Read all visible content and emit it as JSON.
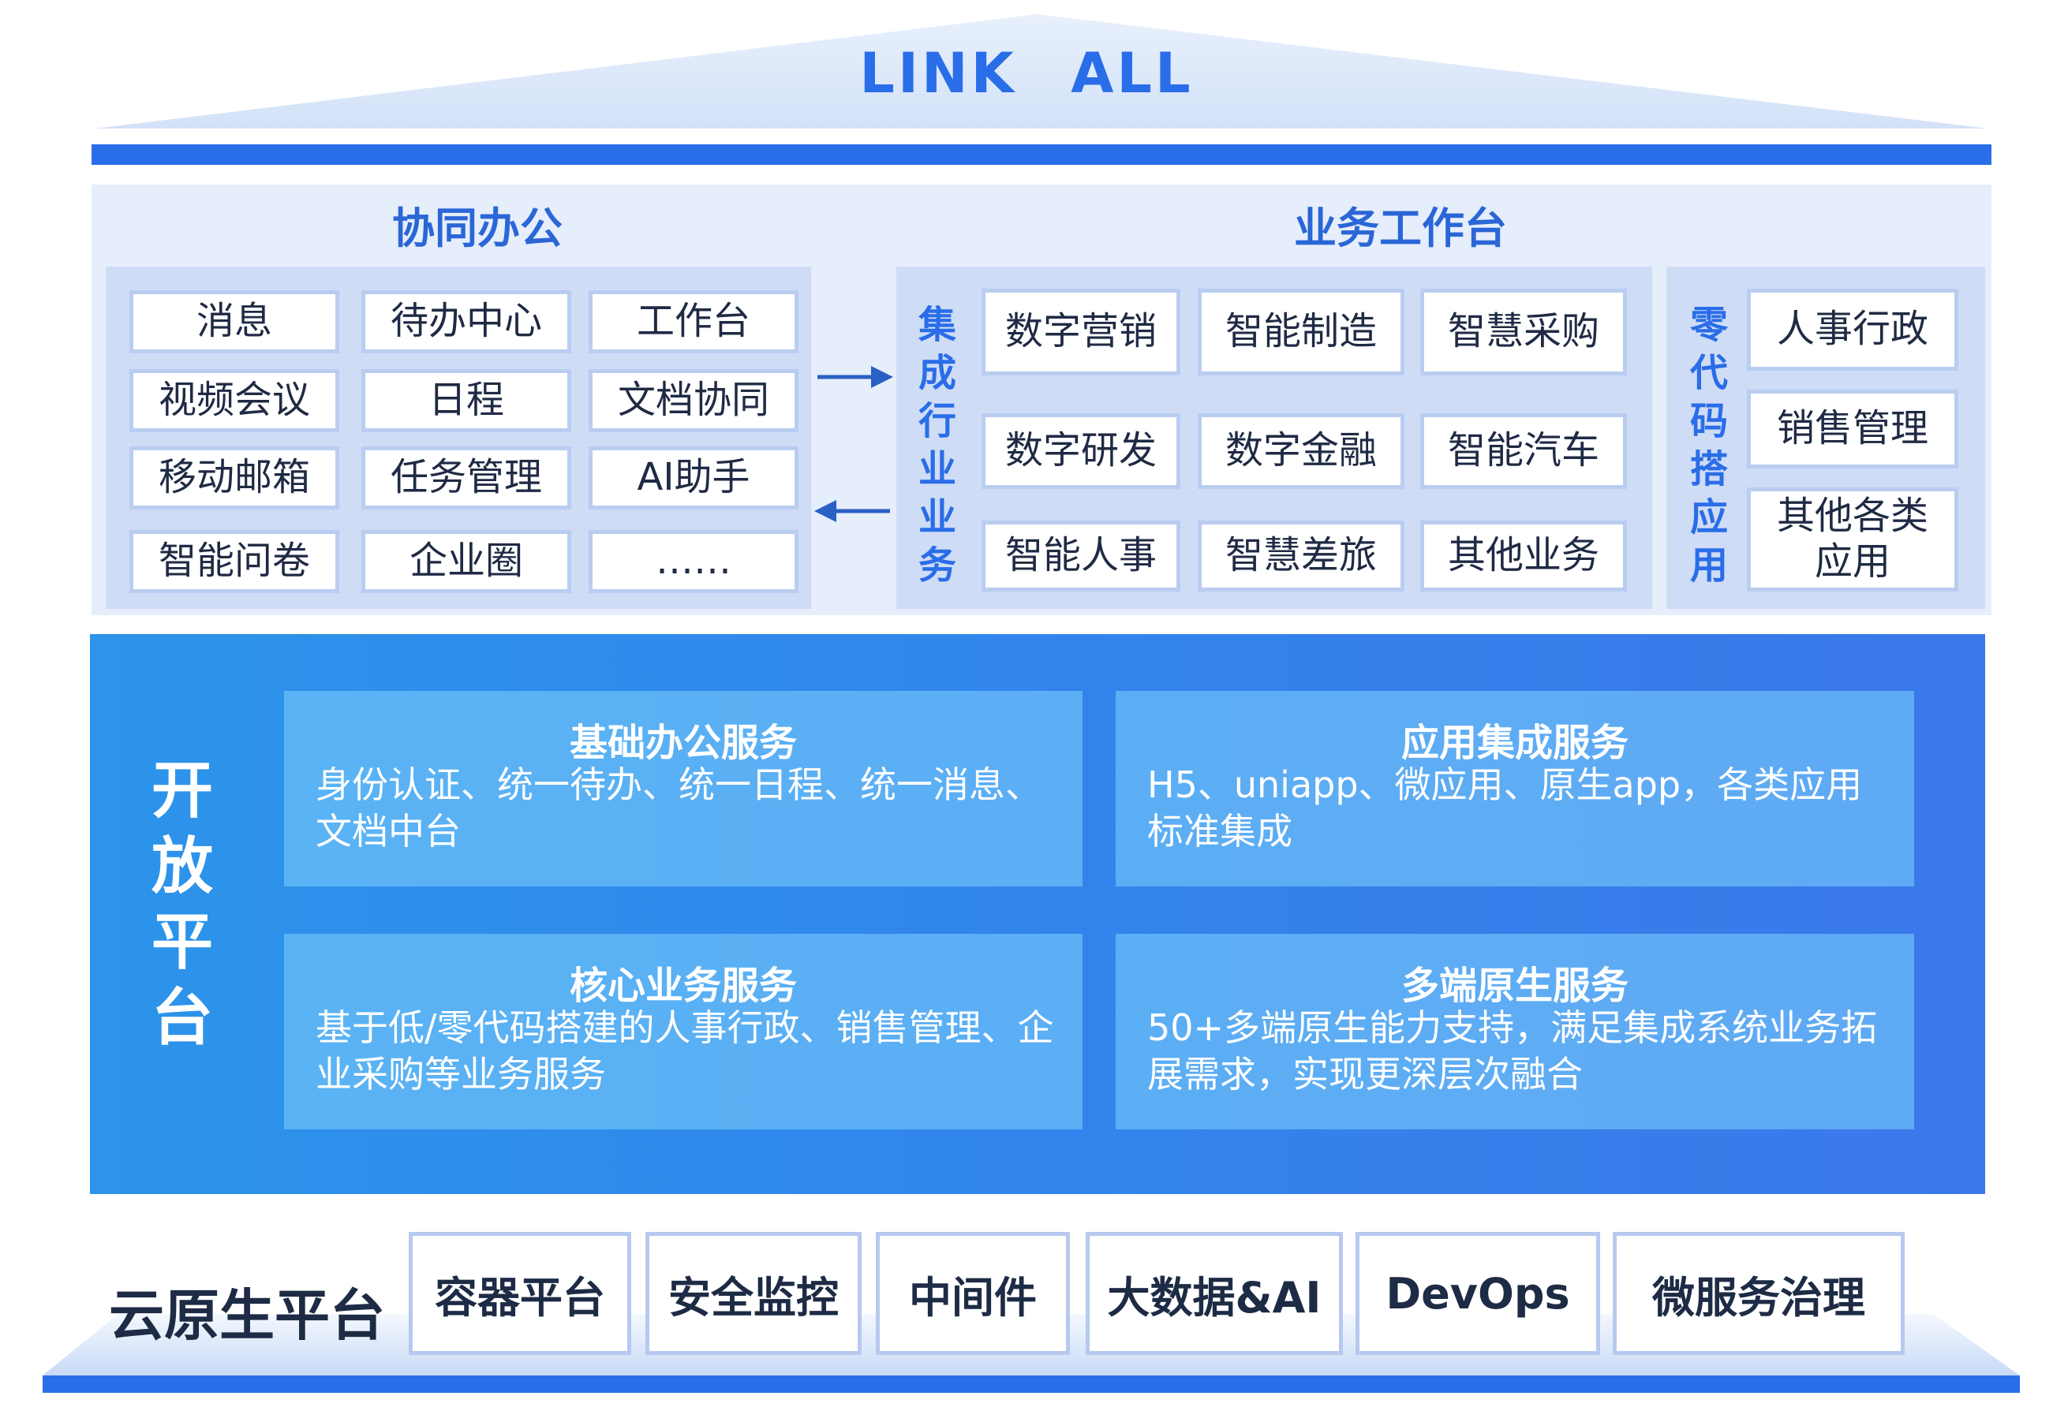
{
  "header": {
    "title": "LINK ALL"
  },
  "collab": {
    "title": "协同办公",
    "items": [
      "消息",
      "待办中心",
      "工作台",
      "视频会议",
      "日程",
      "文档协同",
      "移动邮箱",
      "任务管理",
      "AI助手",
      "智能问卷",
      "企业圈",
      "……"
    ]
  },
  "workbench": {
    "title": "业务工作台",
    "integrated": {
      "label": "集成行业业务",
      "items": [
        "数字营销",
        "智能制造",
        "智慧采购",
        "数字研发",
        "数字金融",
        "智能汽车",
        "智能人事",
        "智慧差旅",
        "其他业务"
      ]
    },
    "lowcode": {
      "label": "零代码搭应用",
      "items": [
        "人事行政",
        "销售管理",
        "其他各类应用"
      ]
    }
  },
  "open_platform": {
    "label": "开放平台",
    "services": [
      {
        "title": "基础办公服务",
        "desc": "身份认证、统一待办、统一日程、统一消息、文档中台"
      },
      {
        "title": "应用集成服务",
        "desc": "H5、uniapp、微应用、原生app，各类应用标准集成"
      },
      {
        "title": "核心业务服务",
        "desc": "基于低/零代码搭建的人事行政、销售管理、企业采购等业务服务"
      },
      {
        "title": "多端原生服务",
        "desc": "50+多端原生能力支持，满足集成系统业务拓展需求，实现更深层次融合"
      }
    ]
  },
  "cloud_native": {
    "label": "云原生平台",
    "items": [
      "容器平台",
      "安全监控",
      "中间件",
      "大数据&AI",
      "DevOps",
      "微服务治理"
    ]
  },
  "colors": {
    "primary": "#2a6de8",
    "panel_light": "#e6eefb",
    "box_border": "#b9cdf1"
  }
}
